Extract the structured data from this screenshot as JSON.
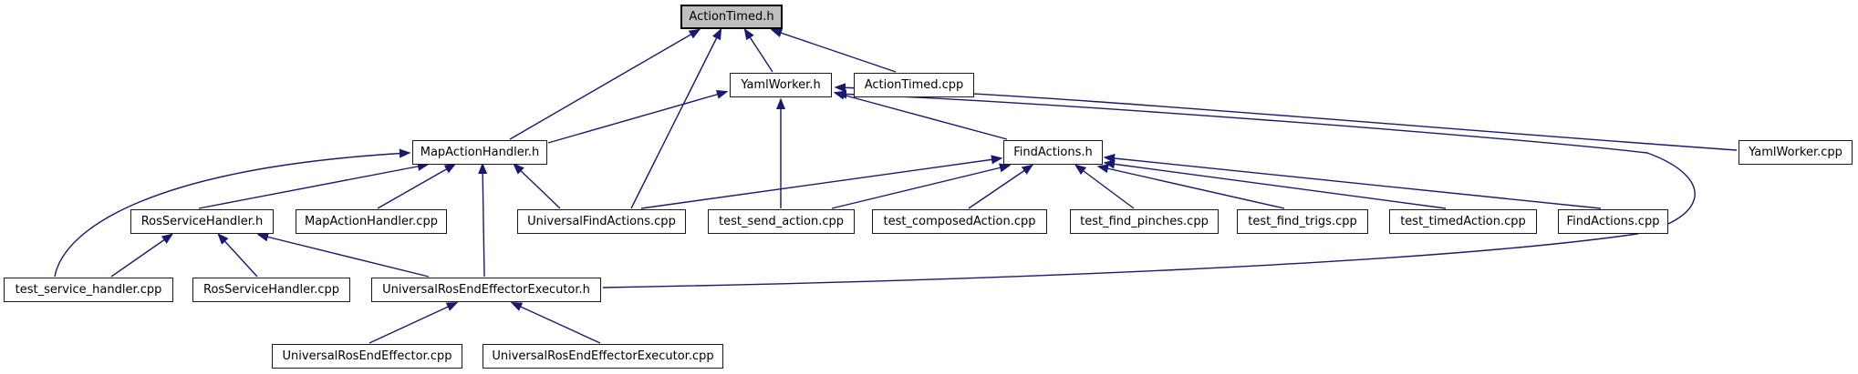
{
  "diagram": {
    "type": "include-dependency-graph",
    "root_label": "ActionTimed.h",
    "colors": {
      "background": "#ffffff",
      "edge": "#191970",
      "node_fill": "#ffffff",
      "node_border": "#1a1a1a",
      "root_fill": "#bfbfbf",
      "root_border": "#000000",
      "text": "#000000"
    },
    "nodes": [
      {
        "id": "ActionTimed_h",
        "label": "ActionTimed.h",
        "is_root": true
      },
      {
        "id": "YamlWorker_h",
        "label": "YamlWorker.h",
        "is_root": false
      },
      {
        "id": "ActionTimed_cpp",
        "label": "ActionTimed.cpp",
        "is_root": false
      },
      {
        "id": "MapActionHandler_h",
        "label": "MapActionHandler.h",
        "is_root": false
      },
      {
        "id": "FindActions_h",
        "label": "FindActions.h",
        "is_root": false
      },
      {
        "id": "YamlWorker_cpp",
        "label": "YamlWorker.cpp",
        "is_root": false
      },
      {
        "id": "RosServiceHandler_h",
        "label": "RosServiceHandler.h",
        "is_root": false
      },
      {
        "id": "MapActionHandler_cpp",
        "label": "MapActionHandler.cpp",
        "is_root": false
      },
      {
        "id": "UniversalFindActions_cpp",
        "label": "UniversalFindActions.cpp",
        "is_root": false
      },
      {
        "id": "test_send_action_cpp",
        "label": "test_send_action.cpp",
        "is_root": false
      },
      {
        "id": "test_composedAction_cpp",
        "label": "test_composedAction.cpp",
        "is_root": false
      },
      {
        "id": "test_find_pinches_cpp",
        "label": "test_find_pinches.cpp",
        "is_root": false
      },
      {
        "id": "test_find_trigs_cpp",
        "label": "test_find_trigs.cpp",
        "is_root": false
      },
      {
        "id": "test_timedAction_cpp",
        "label": "test_timedAction.cpp",
        "is_root": false
      },
      {
        "id": "FindActions_cpp",
        "label": "FindActions.cpp",
        "is_root": false
      },
      {
        "id": "test_service_handler_cpp",
        "label": "test_service_handler.cpp",
        "is_root": false
      },
      {
        "id": "RosServiceHandler_cpp",
        "label": "RosServiceHandler.cpp",
        "is_root": false
      },
      {
        "id": "UniversalRosEndEffectorExecutor_h",
        "label": "UniversalRosEndEffectorExecutor.h",
        "is_root": false
      },
      {
        "id": "UniversalRosEndEffector_cpp",
        "label": "UniversalRosEndEffector.cpp",
        "is_root": false
      },
      {
        "id": "UniversalRosEndEffectorExecutor_cpp",
        "label": "UniversalRosEndEffectorExecutor.cpp",
        "is_root": false
      }
    ],
    "edges": [
      {
        "from": "MapActionHandler_h",
        "to": "ActionTimed_h"
      },
      {
        "from": "UniversalFindActions_cpp",
        "to": "ActionTimed_h"
      },
      {
        "from": "YamlWorker_h",
        "to": "ActionTimed_h"
      },
      {
        "from": "ActionTimed_cpp",
        "to": "ActionTimed_h"
      },
      {
        "from": "MapActionHandler_h",
        "to": "YamlWorker_h"
      },
      {
        "from": "test_send_action_cpp",
        "to": "YamlWorker_h"
      },
      {
        "from": "FindActions_h",
        "to": "YamlWorker_h"
      },
      {
        "from": "YamlWorker_cpp",
        "to": "YamlWorker_h"
      },
      {
        "from": "UniversalRosEndEffectorExecutor_h",
        "to": "YamlWorker_h"
      },
      {
        "from": "test_service_handler_cpp",
        "to": "MapActionHandler_h"
      },
      {
        "from": "RosServiceHandler_h",
        "to": "MapActionHandler_h"
      },
      {
        "from": "MapActionHandler_cpp",
        "to": "MapActionHandler_h"
      },
      {
        "from": "UniversalRosEndEffectorExecutor_h",
        "to": "MapActionHandler_h"
      },
      {
        "from": "UniversalFindActions_cpp",
        "to": "MapActionHandler_h"
      },
      {
        "from": "UniversalFindActions_cpp",
        "to": "FindActions_h"
      },
      {
        "from": "test_send_action_cpp",
        "to": "FindActions_h"
      },
      {
        "from": "test_composedAction_cpp",
        "to": "FindActions_h"
      },
      {
        "from": "test_find_pinches_cpp",
        "to": "FindActions_h"
      },
      {
        "from": "test_find_trigs_cpp",
        "to": "FindActions_h"
      },
      {
        "from": "test_timedAction_cpp",
        "to": "FindActions_h"
      },
      {
        "from": "FindActions_cpp",
        "to": "FindActions_h"
      },
      {
        "from": "test_service_handler_cpp",
        "to": "RosServiceHandler_h"
      },
      {
        "from": "RosServiceHandler_cpp",
        "to": "RosServiceHandler_h"
      },
      {
        "from": "UniversalRosEndEffectorExecutor_h",
        "to": "RosServiceHandler_h"
      },
      {
        "from": "UniversalRosEndEffector_cpp",
        "to": "UniversalRosEndEffectorExecutor_h"
      },
      {
        "from": "UniversalRosEndEffectorExecutor_cpp",
        "to": "UniversalRosEndEffectorExecutor_h"
      }
    ]
  }
}
